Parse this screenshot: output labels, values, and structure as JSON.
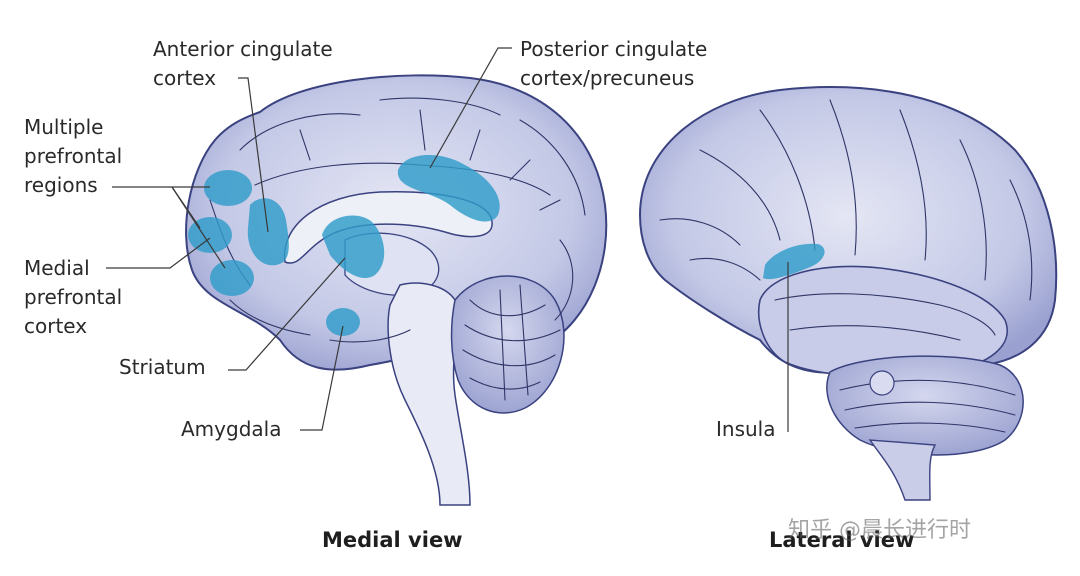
{
  "labels": {
    "anterior_cingulate": [
      "Anterior cingulate",
      "cortex"
    ],
    "posterior_cingulate": [
      "Posterior cingulate",
      "cortex/precuneus"
    ],
    "multiple_prefrontal": [
      "Multiple",
      "prefrontal",
      "regions"
    ],
    "medial_prefrontal": [
      "Medial",
      "prefrontal",
      "cortex"
    ],
    "striatum": "Striatum",
    "amygdala": "Amygdala",
    "insula": "Insula"
  },
  "titles": {
    "medial": "Medial view",
    "lateral": "Lateral view"
  },
  "watermark": "知乎 @晨长进行时",
  "colors": {
    "brain_fill": "#c9cde8",
    "brain_outline": "#3a4280",
    "white_matter": "#eef0f8",
    "highlight": "#2f9cc9"
  }
}
